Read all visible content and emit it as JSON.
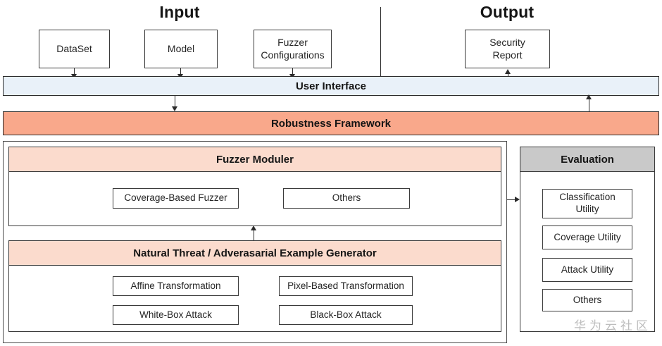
{
  "sections": {
    "input_title": "Input",
    "output_title": "Output"
  },
  "input_boxes": [
    {
      "label": "DataSet"
    },
    {
      "label": "Model"
    },
    {
      "label": "Fuzzer\nConfigurations"
    }
  ],
  "output_boxes": [
    {
      "label": "Security\nReport"
    }
  ],
  "bands": {
    "user_interface": "User Interface",
    "robustness_framework": "Robustness Framework"
  },
  "fuzzer_module": {
    "title": "Fuzzer Moduler",
    "items": [
      {
        "label": "Coverage-Based Fuzzer"
      },
      {
        "label": "Others"
      }
    ]
  },
  "generator_module": {
    "title": "Natural Threat / Adverasarial Example Generator",
    "items": [
      {
        "label": "Affine Transformation"
      },
      {
        "label": "Pixel-Based Transformation"
      },
      {
        "label": "White-Box Attack"
      },
      {
        "label": "Black-Box Attack"
      }
    ]
  },
  "evaluation": {
    "title": "Evaluation",
    "items": [
      {
        "label": "Classification\nUtility"
      },
      {
        "label": "Coverage Utility"
      },
      {
        "label": "Attack Utility"
      },
      {
        "label": "Others"
      }
    ]
  },
  "watermark": {
    "text": "华为云社区"
  },
  "colors": {
    "user_interface_fill": "#e9f1f9",
    "robustness_fill": "#f9a88b",
    "module_header_fill": "#fbdbcd",
    "evaluation_header_fill": "#c9c9c9",
    "border": "#3a3a3a",
    "connector": "#2b2b2b",
    "watermark": "#bdbdbd"
  }
}
